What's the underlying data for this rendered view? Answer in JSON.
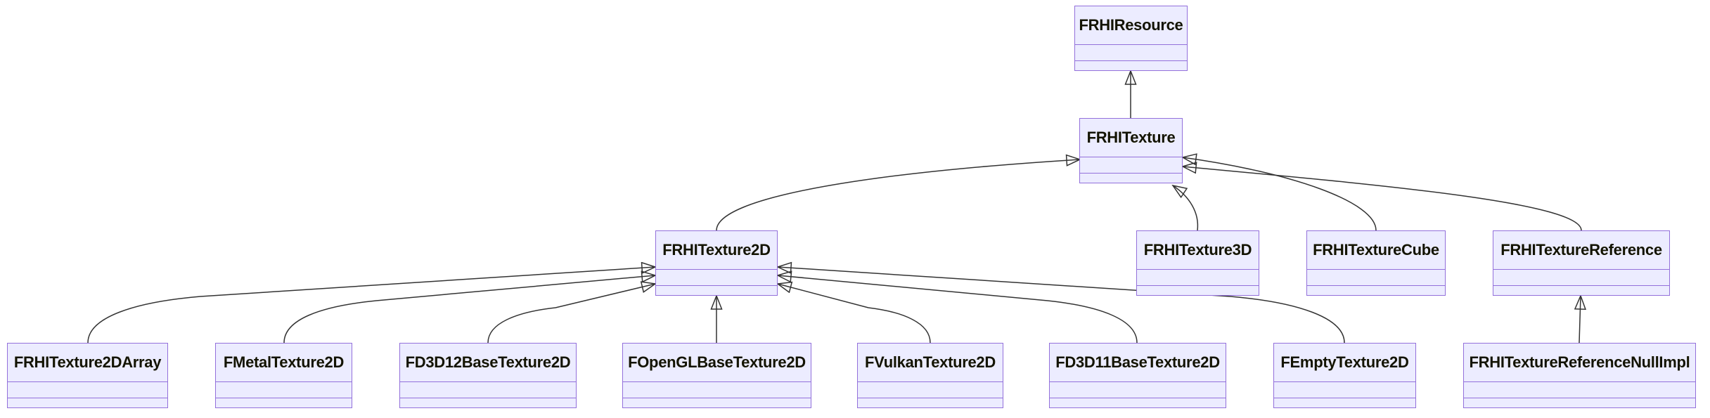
{
  "diagram": {
    "type": "uml-class-inheritance-diagram",
    "colors": {
      "node_fill": "#ECECFF",
      "node_border": "#9370DB",
      "edge_line": "#333333",
      "arrowhead_fill": "#ffffff",
      "text": "#131300",
      "background": "#ffffff"
    },
    "nodes": [
      {
        "id": "FRHIResource",
        "label": "FRHIResource"
      },
      {
        "id": "FRHITexture",
        "label": "FRHITexture"
      },
      {
        "id": "FRHITexture2D",
        "label": "FRHITexture2D"
      },
      {
        "id": "FRHITexture3D",
        "label": "FRHITexture3D"
      },
      {
        "id": "FRHITextureCube",
        "label": "FRHITextureCube"
      },
      {
        "id": "FRHITextureReference",
        "label": "FRHITextureReference"
      },
      {
        "id": "FRHITexture2DArray",
        "label": "FRHITexture2DArray"
      },
      {
        "id": "FMetalTexture2D",
        "label": "FMetalTexture2D"
      },
      {
        "id": "FD3D12BaseTexture2D",
        "label": "FD3D12BaseTexture2D"
      },
      {
        "id": "FOpenGLBaseTexture2D",
        "label": "FOpenGLBaseTexture2D"
      },
      {
        "id": "FVulkanTexture2D",
        "label": "FVulkanTexture2D"
      },
      {
        "id": "FD3D11BaseTexture2D",
        "label": "FD3D11BaseTexture2D"
      },
      {
        "id": "FEmptyTexture2D",
        "label": "FEmptyTexture2D"
      },
      {
        "id": "FRHITextureReferenceNullImpl",
        "label": "FRHITextureReferenceNullImpl"
      }
    ],
    "edges": [
      {
        "from": "FRHITexture",
        "to": "FRHIResource",
        "relation": "inheritance"
      },
      {
        "from": "FRHITexture2D",
        "to": "FRHITexture",
        "relation": "inheritance"
      },
      {
        "from": "FRHITexture3D",
        "to": "FRHITexture",
        "relation": "inheritance"
      },
      {
        "from": "FRHITextureCube",
        "to": "FRHITexture",
        "relation": "inheritance"
      },
      {
        "from": "FRHITextureReference",
        "to": "FRHITexture",
        "relation": "inheritance"
      },
      {
        "from": "FRHITexture2DArray",
        "to": "FRHITexture2D",
        "relation": "inheritance"
      },
      {
        "from": "FMetalTexture2D",
        "to": "FRHITexture2D",
        "relation": "inheritance"
      },
      {
        "from": "FD3D12BaseTexture2D",
        "to": "FRHITexture2D",
        "relation": "inheritance"
      },
      {
        "from": "FOpenGLBaseTexture2D",
        "to": "FRHITexture2D",
        "relation": "inheritance"
      },
      {
        "from": "FVulkanTexture2D",
        "to": "FRHITexture2D",
        "relation": "inheritance"
      },
      {
        "from": "FD3D11BaseTexture2D",
        "to": "FRHITexture2D",
        "relation": "inheritance"
      },
      {
        "from": "FEmptyTexture2D",
        "to": "FRHITexture2D",
        "relation": "inheritance"
      },
      {
        "from": "FRHITextureReferenceNullImpl",
        "to": "FRHITextureReference",
        "relation": "inheritance"
      }
    ]
  }
}
